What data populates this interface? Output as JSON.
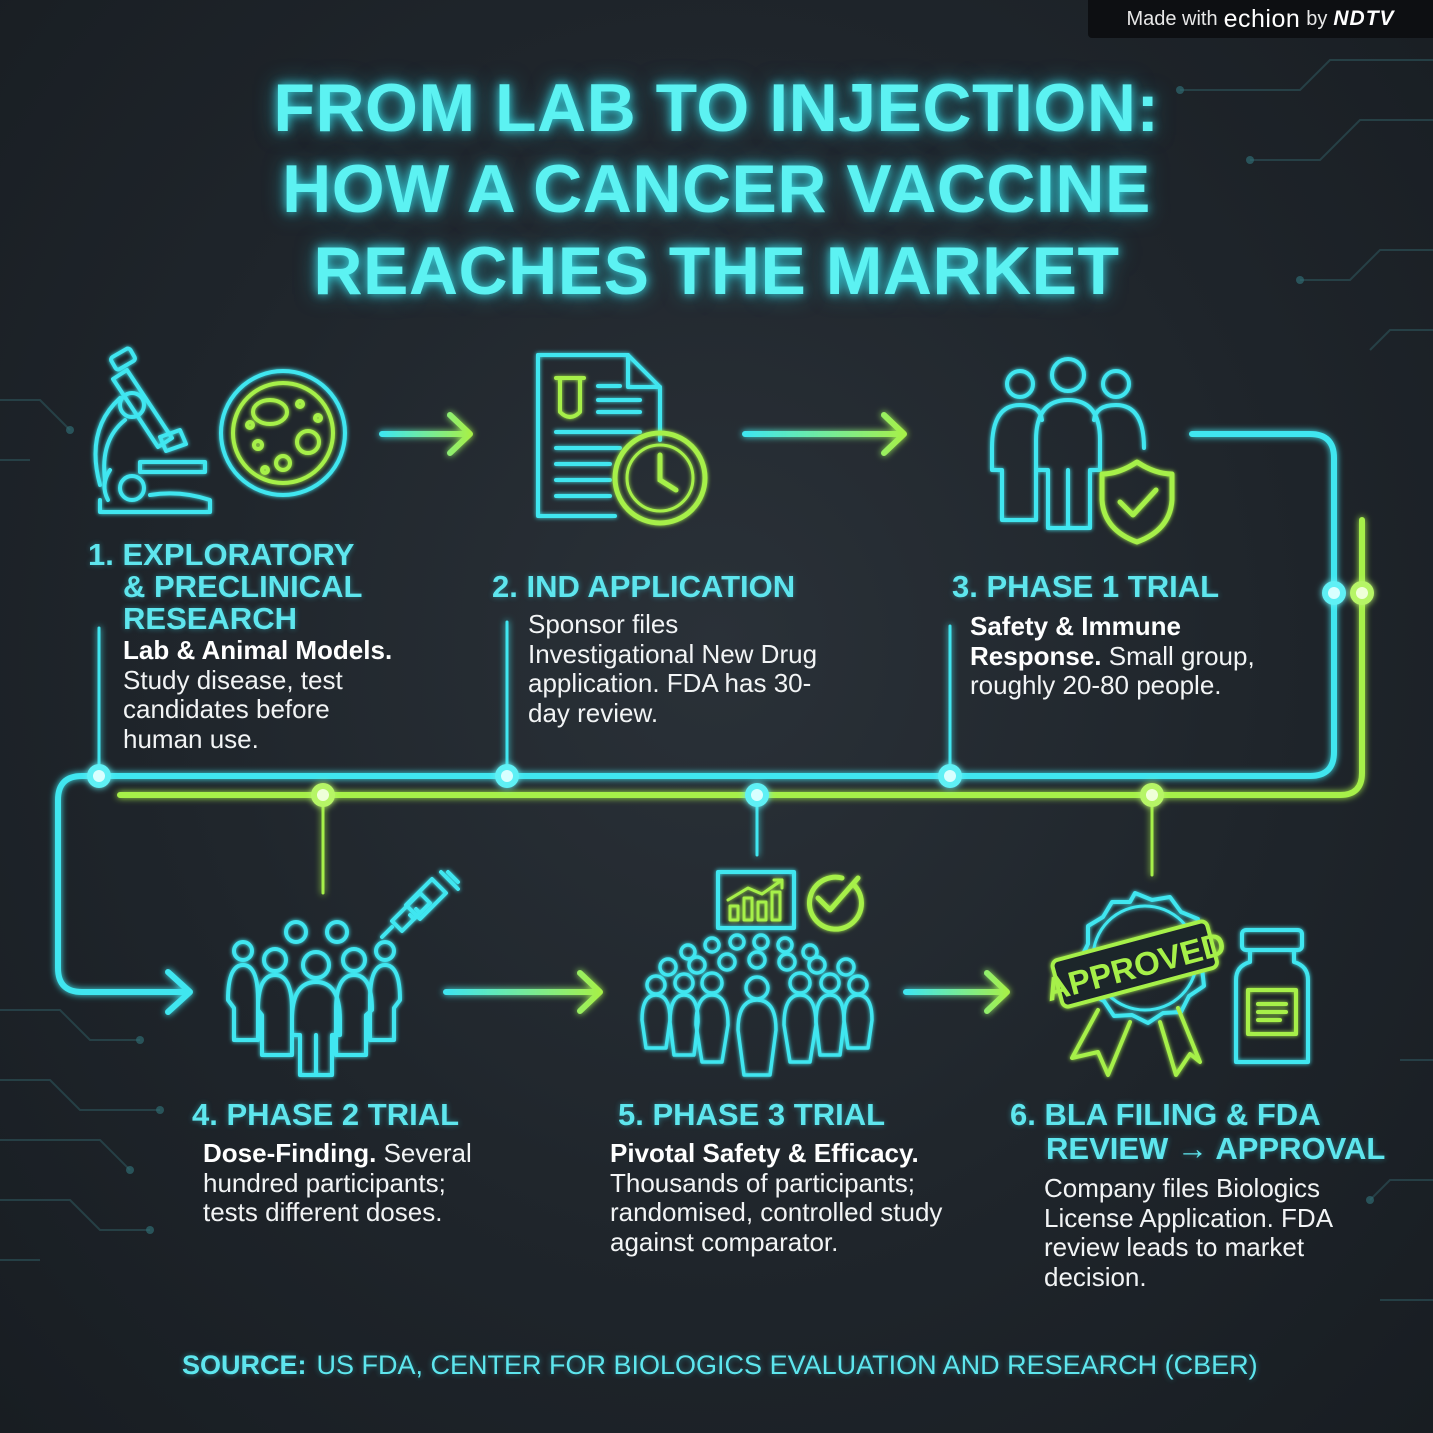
{
  "badge": {
    "made_with": "Made with",
    "brand": "echion",
    "by": "by",
    "publisher": "NDTV"
  },
  "title": {
    "line1": "FROM LAB TO INJECTION:",
    "line2": "HOW A CANCER VACCINE",
    "line3": "REACHES THE MARKET"
  },
  "steps": [
    {
      "number": "1.",
      "heading_lines": [
        "EXPLORATORY",
        "& PRECLINICAL",
        "RESEARCH"
      ],
      "bold": "Lab & Animal Models.",
      "text": "Study disease, test candidates before human use."
    },
    {
      "number": "2.",
      "heading_lines": [
        "IND APPLICATION"
      ],
      "bold": "",
      "text": "Sponsor files Investigational New Drug application. FDA has 30-day review."
    },
    {
      "number": "3.",
      "heading_lines": [
        "PHASE 1 TRIAL"
      ],
      "bold": "Safety & Immune Response.",
      "text": "Small group, roughly 20-80 people."
    },
    {
      "number": "4.",
      "heading_lines": [
        "PHASE 2 TRIAL"
      ],
      "bold": "Dose-Finding.",
      "text": "Several hundred participants; tests different doses."
    },
    {
      "number": "5.",
      "heading_lines": [
        "PHASE 3 TRIAL"
      ],
      "bold": "Pivotal Safety & Efficacy.",
      "text": "Thousands of participants; randomised, controlled study against comparator."
    },
    {
      "number": "6.",
      "heading_lines": [
        "BLA FILING & FDA",
        "REVIEW → APPROVAL"
      ],
      "bold": "",
      "text": "Company files Biologics License Application. FDA review leads to market decision."
    }
  ],
  "approved_stamp": "APPROVED",
  "source": {
    "label": "SOURCE:",
    "text": "US FDA, CENTER FOR BIOLOGICS EVALUATION AND RESEARCH (CBER)"
  },
  "colors": {
    "cyan": "#3fe6f0",
    "green": "#a6f04a",
    "title": "#5cf2f2",
    "background": "#1f252b"
  },
  "icons": [
    "microscope-icon",
    "petri-dish-icon",
    "document-icon",
    "clock-icon",
    "group-icon",
    "shield-check-icon",
    "syringe-icon",
    "crowd-icon",
    "chart-icon",
    "checkmark-icon",
    "approved-seal-icon",
    "vial-icon",
    "arrow-icon"
  ]
}
